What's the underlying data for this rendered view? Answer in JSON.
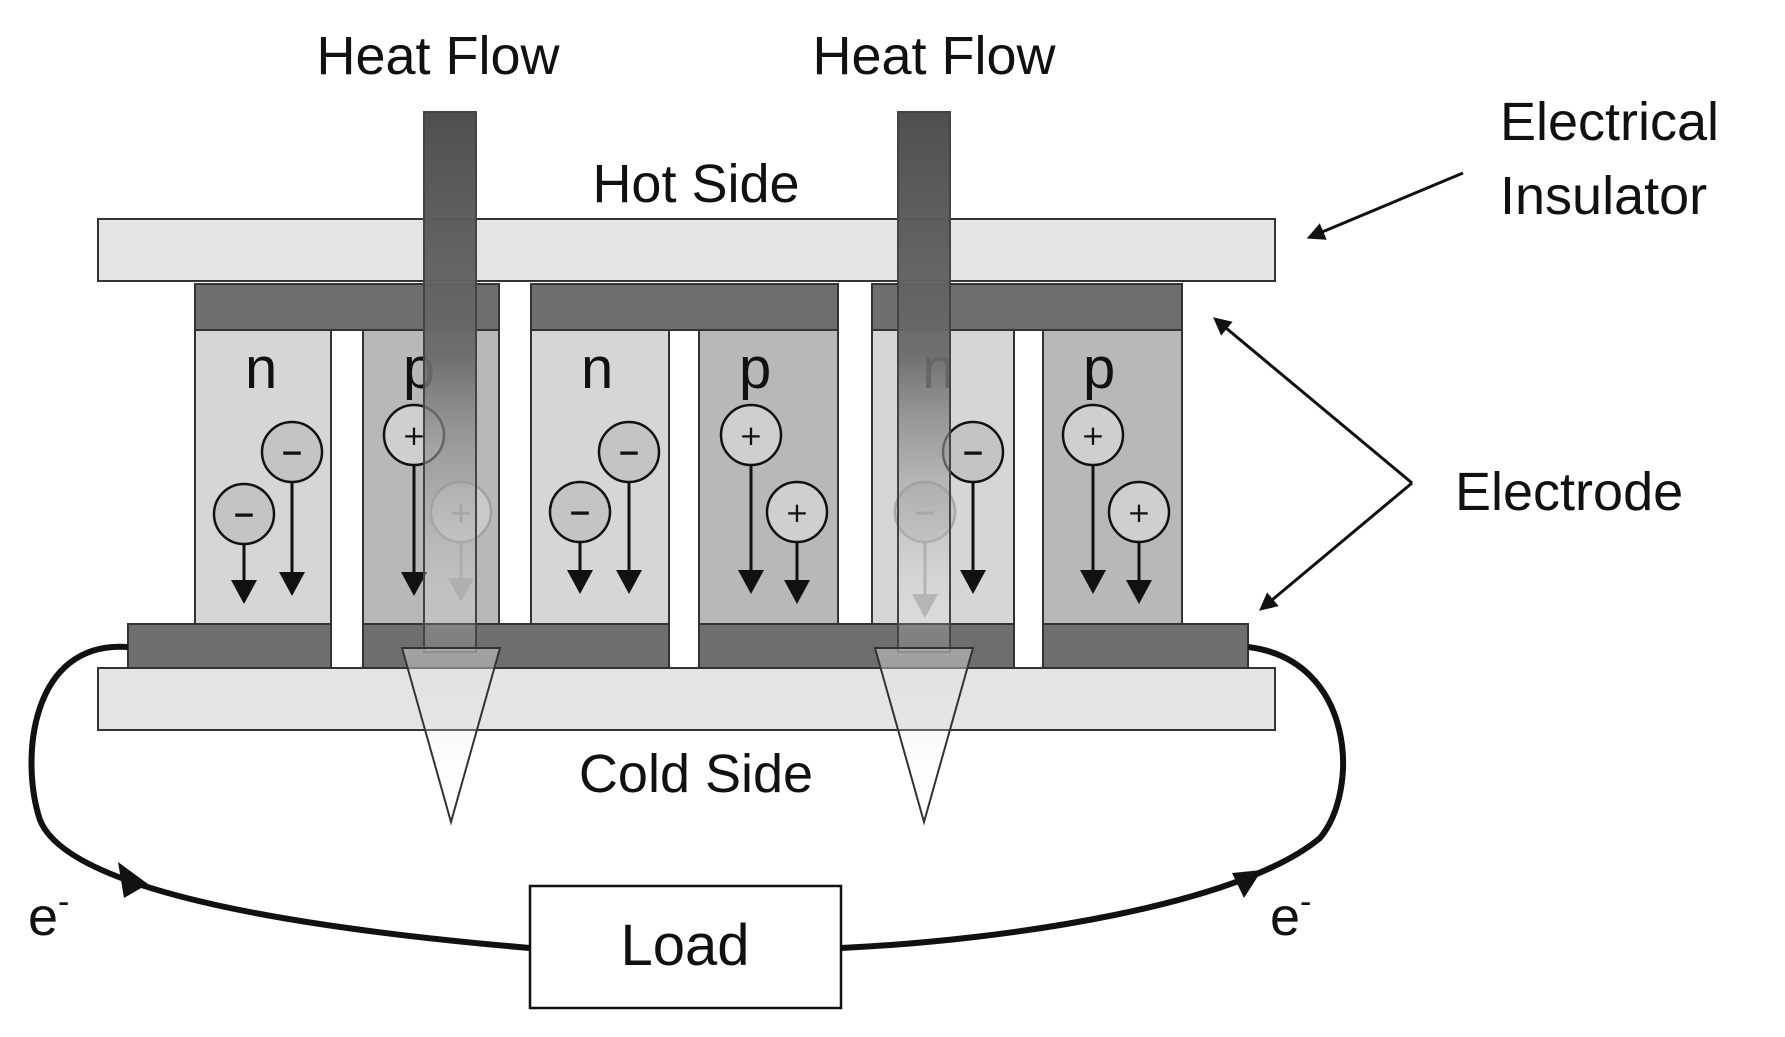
{
  "labels": {
    "heat_flow_1": "Heat Flow",
    "heat_flow_2": "Heat Flow",
    "hot_side": "Hot Side",
    "cold_side": "Cold Side",
    "insulator_line1": "Electrical",
    "insulator_line2": "Insulator",
    "electrode": "Electrode",
    "load": "Load",
    "electron_left": "e",
    "electron_right": "e",
    "electron_superscript": "-"
  },
  "legs": [
    {
      "type": "n"
    },
    {
      "type": "p"
    },
    {
      "type": "n"
    },
    {
      "type": "p"
    },
    {
      "type": "n"
    },
    {
      "type": "p"
    }
  ],
  "charges": {
    "electron": "−",
    "hole": "+"
  },
  "colors": {
    "insulator": "#e4e4e4",
    "electrode": "#6e6e6e",
    "n_leg": "#d6d6d6",
    "p_leg": "#b8b8b8",
    "heat_arrow_dark": "#5a5a5a",
    "outline": "#111111"
  }
}
